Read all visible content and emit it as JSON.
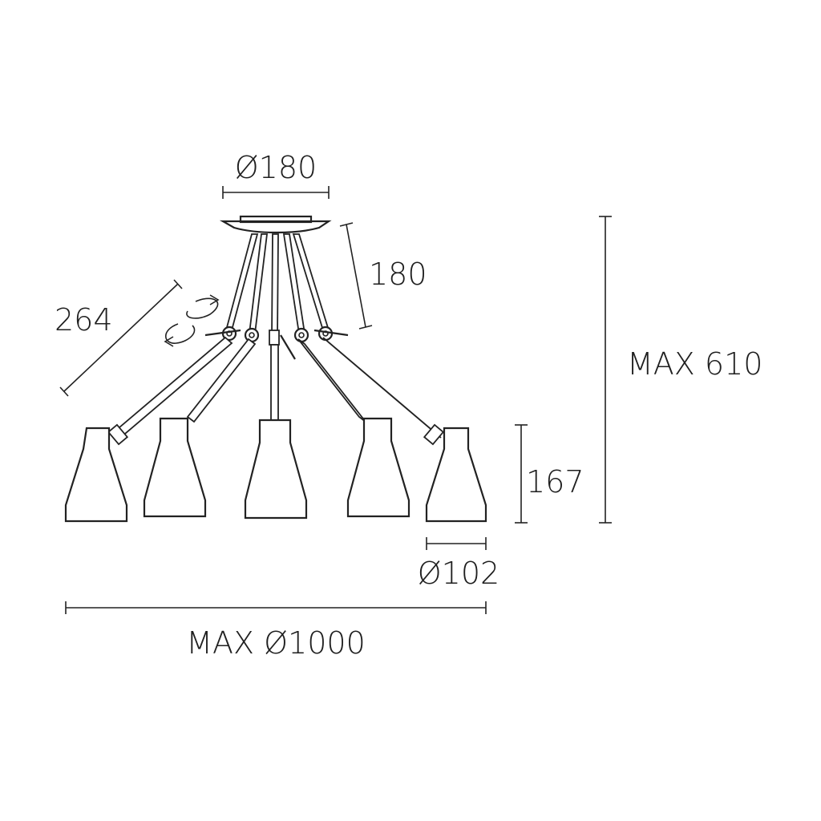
{
  "dimensions": {
    "canopy_diameter": "Ø180",
    "canopy_height": "180",
    "arm_length": "264",
    "max_height": "MAX 610",
    "shade_height": "167",
    "shade_diameter": "Ø102",
    "max_diameter": "MAX Ø1000"
  },
  "colors": {
    "line": "#222222",
    "background": "#ffffff"
  }
}
